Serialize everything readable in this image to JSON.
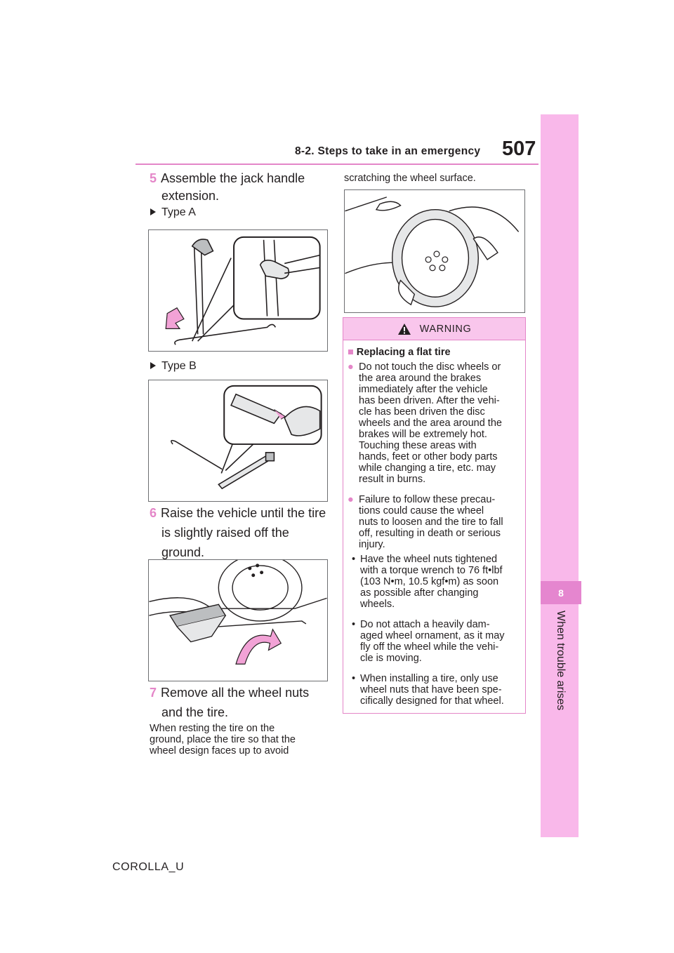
{
  "header": {
    "section": "8-2. Steps to take in an emergency",
    "page_number": "507"
  },
  "side_tab": {
    "number": "8",
    "title": "When trouble arises"
  },
  "steps": {
    "s5": {
      "num": "5",
      "text_l1": "Assemble the jack handle",
      "text_l2": "extension."
    },
    "type_a": "Type A",
    "type_b": "Type B",
    "s6": {
      "num": "6",
      "text_l1": "Raise the vehicle until the tire",
      "text_l2": "is slightly raised off the",
      "text_l3": "ground."
    },
    "s7": {
      "num": "7",
      "text_l1": "Remove all the wheel nuts",
      "text_l2": "and the tire."
    },
    "note_l1": "When resting the tire on the",
    "note_l2": "ground, place the tire so that the",
    "note_l3": "wheel design faces up to avoid",
    "note_cont": "scratching the wheel surface."
  },
  "warning": {
    "title": "WARNING",
    "section_title": "Replacing a flat tire",
    "item1": [
      "Do not touch the disc wheels or",
      "the area around the brakes",
      "immediately after the vehicle",
      "has been driven. After the vehi-",
      "cle has been driven the disc",
      "wheels and the area around the",
      "brakes will be extremely hot.",
      "Touching these areas with",
      "hands, feet or other body parts",
      "while changing a tire, etc. may",
      "result in burns."
    ],
    "item2": [
      "Failure to follow these precau-",
      "tions could cause the wheel",
      "nuts to loosen and the tire to fall",
      "off, resulting in death or serious",
      "injury."
    ],
    "bullet1": [
      "Have the wheel nuts tightened",
      "with a torque wrench to 76 ft•lbf",
      "(103 N•m, 10.5 kgf•m) as soon",
      "as possible after changing",
      "wheels."
    ],
    "bullet2": [
      "Do not attach a heavily dam-",
      "aged wheel ornament, as it may",
      "fly off the wheel while the vehi-",
      "cle is moving."
    ],
    "bullet3": [
      "When installing a tire, only use",
      "wheel nuts that have been spe-",
      "cifically designed for that wheel."
    ]
  },
  "footer": "COROLLA_U",
  "colors": {
    "accent": "#e486c8",
    "tab_bg": "#f9b8ea",
    "warn_bg": "#f9c6ec"
  }
}
